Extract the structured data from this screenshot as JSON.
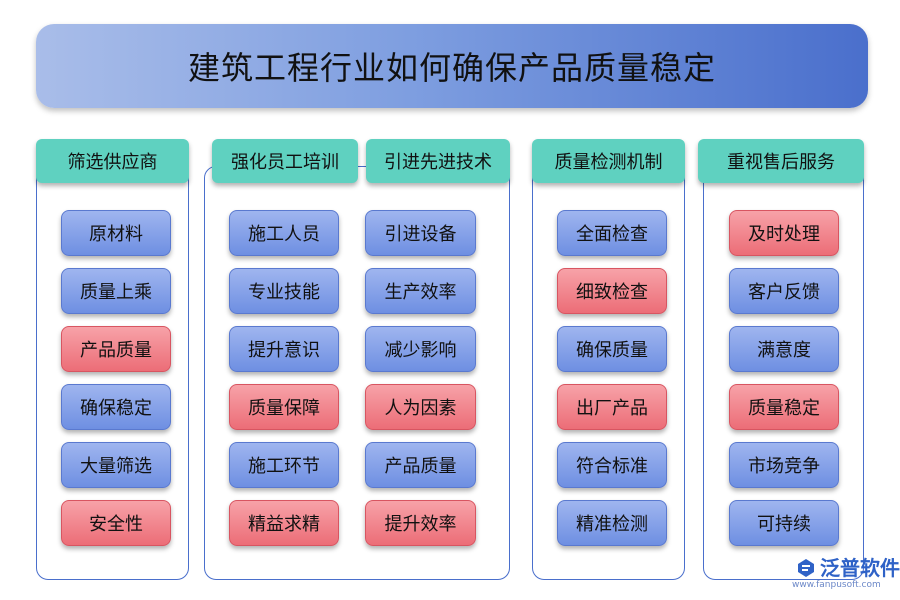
{
  "title": "建筑工程行业如何确保产品质量稳定",
  "columns": [
    {
      "header": "筛选供应商",
      "items": [
        {
          "label": "原材料",
          "color": "blue"
        },
        {
          "label": "质量上乘",
          "color": "blue"
        },
        {
          "label": "产品质量",
          "color": "red"
        },
        {
          "label": "确保稳定",
          "color": "blue"
        },
        {
          "label": "大量筛选",
          "color": "blue"
        },
        {
          "label": "安全性",
          "color": "red"
        }
      ]
    },
    {
      "header": "强化员工培训",
      "items": [
        {
          "label": "施工人员",
          "color": "blue"
        },
        {
          "label": "专业技能",
          "color": "blue"
        },
        {
          "label": "提升意识",
          "color": "blue"
        },
        {
          "label": "质量保障",
          "color": "red"
        },
        {
          "label": "施工环节",
          "color": "blue"
        },
        {
          "label": "精益求精",
          "color": "red"
        }
      ]
    },
    {
      "header": "引进先进技术",
      "items": [
        {
          "label": "引进设备",
          "color": "blue"
        },
        {
          "label": "生产效率",
          "color": "blue"
        },
        {
          "label": "减少影响",
          "color": "blue"
        },
        {
          "label": "人为因素",
          "color": "red"
        },
        {
          "label": "产品质量",
          "color": "blue"
        },
        {
          "label": "提升效率",
          "color": "red"
        }
      ]
    },
    {
      "header": "质量检测机制",
      "items": [
        {
          "label": "全面检查",
          "color": "blue"
        },
        {
          "label": "细致检查",
          "color": "red"
        },
        {
          "label": "确保质量",
          "color": "blue"
        },
        {
          "label": "出厂产品",
          "color": "red"
        },
        {
          "label": "符合标准",
          "color": "blue"
        },
        {
          "label": "精准检测",
          "color": "blue"
        }
      ]
    },
    {
      "header": "重视售后服务",
      "items": [
        {
          "label": "及时处理",
          "color": "red"
        },
        {
          "label": "客户反馈",
          "color": "blue"
        },
        {
          "label": "满意度",
          "color": "blue"
        },
        {
          "label": "质量稳定",
          "color": "red"
        },
        {
          "label": "市场竞争",
          "color": "blue"
        },
        {
          "label": "可持续",
          "color": "blue"
        }
      ]
    }
  ],
  "watermark": {
    "name": "泛普软件",
    "url": "www.fanpusoft.com"
  }
}
